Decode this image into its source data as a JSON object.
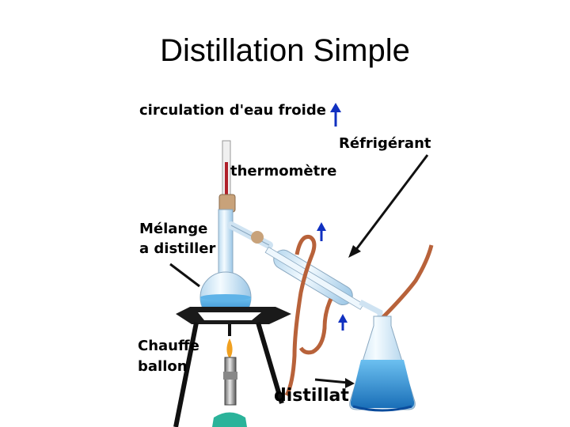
{
  "title": "Distillation Simple",
  "labels": {
    "water_circulation": "circulation d'eau froide",
    "condenser": "Réfrigérant",
    "thermometer": "thermomètre",
    "mixture_line1": "Mélange",
    "mixture_line2": "a distiller",
    "heater_line1": "Chauffe",
    "heater_line2": "ballon",
    "distillate": "distillat"
  },
  "colors": {
    "liquid": "#2e8fd4",
    "glass": "#d8ecf8",
    "tubing": "#b8623a",
    "arrow": "#1030c0",
    "thermometer_fill": "#b0202a",
    "flame": "#f0a020",
    "tripod": "#111111"
  }
}
